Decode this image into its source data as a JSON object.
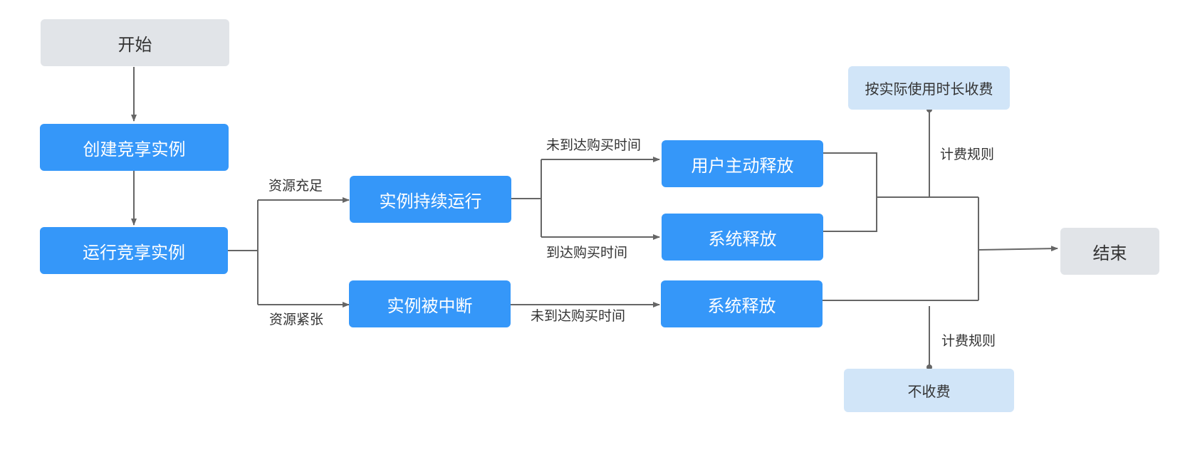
{
  "nodes": {
    "start": "开始",
    "create": "创建竞享实例",
    "run": "运行竞享实例",
    "continue": "实例持续运行",
    "interrupt": "实例被中断",
    "user_release": "用户主动释放",
    "sys_release_1": "系统释放",
    "sys_release_2": "系统释放",
    "end": "结束",
    "charge_by_time": "按实际使用时长收费",
    "no_charge": "不收费"
  },
  "edge_labels": {
    "resource_sufficient": "资源充足",
    "resource_tight": "资源紧张",
    "not_reached_1": "未到达购买时间",
    "reached": "到达购买时间",
    "not_reached_2": "未到达购买时间",
    "billing_rule_top": "计费规则",
    "billing_rule_bottom": "计费规则"
  },
  "colors": {
    "blue_node": "#3597f9",
    "gray_node": "#e1e4e8",
    "light_blue_node": "#d1e5f8",
    "line": "#666666"
  }
}
